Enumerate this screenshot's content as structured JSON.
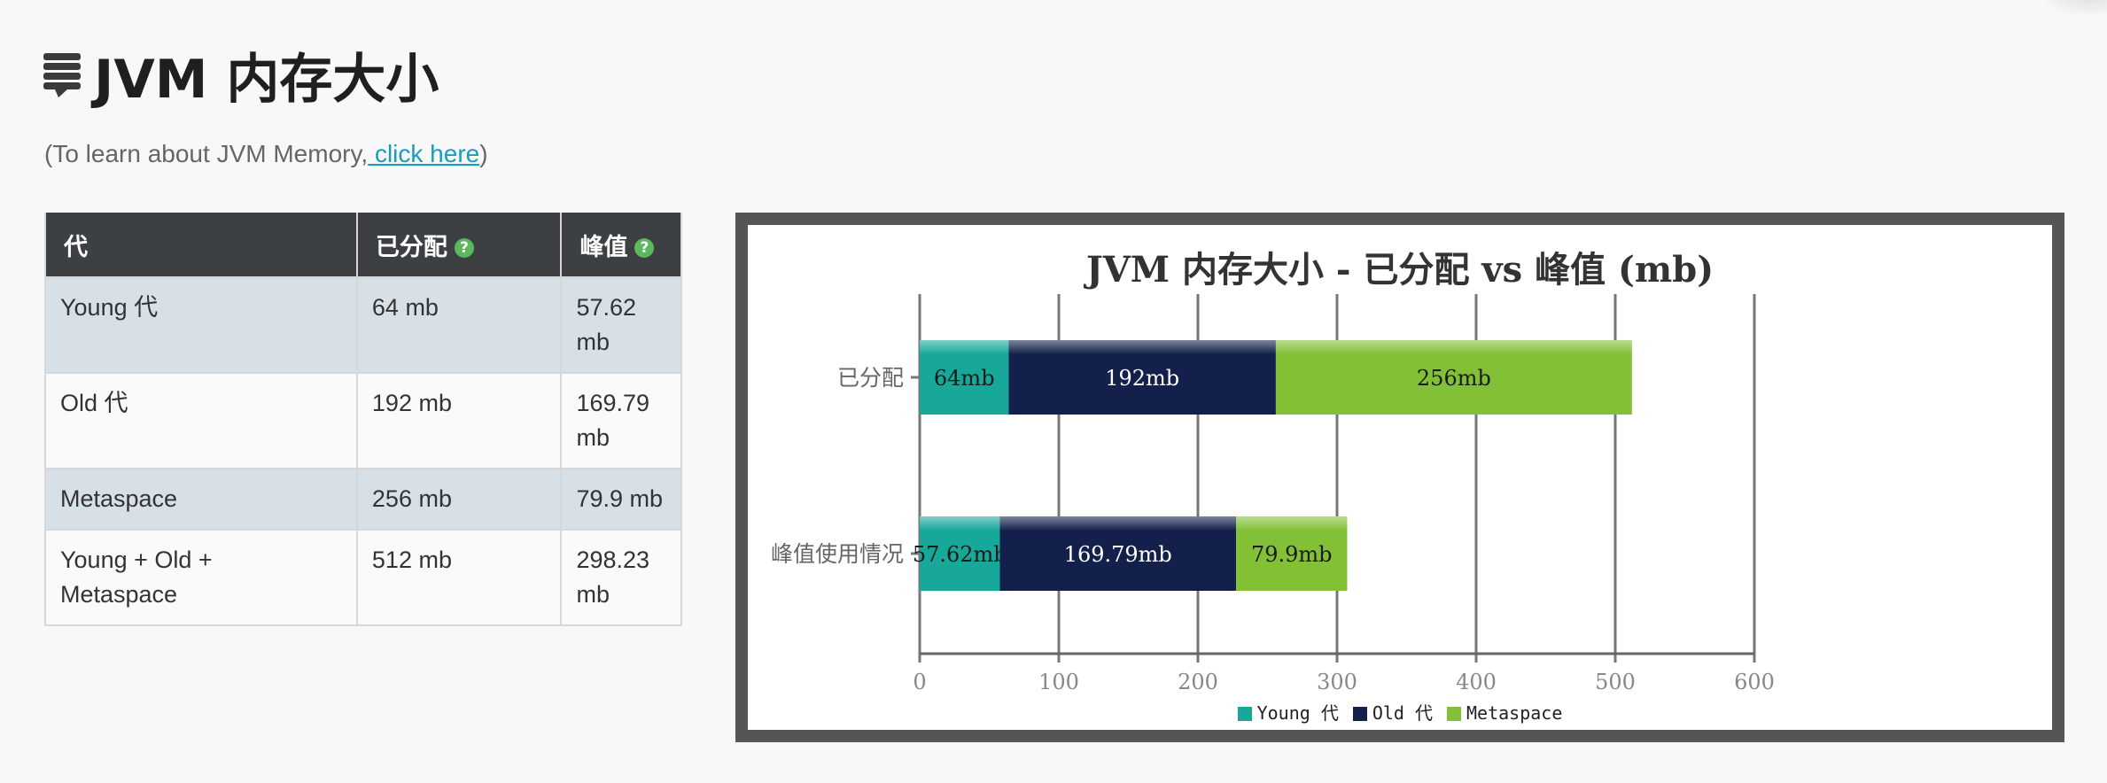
{
  "header": {
    "title": "JVM 内存大小",
    "learn_prefix": "(To learn about JVM Memory,",
    "learn_link": " click here",
    "learn_suffix": ")"
  },
  "table": {
    "headers": [
      "代",
      "已分配",
      "峰值"
    ],
    "help_glyph": "?",
    "rows": [
      [
        "Young 代",
        "64 mb",
        "57.62 mb"
      ],
      [
        "Old 代",
        "192 mb",
        "169.79 mb"
      ],
      [
        "Metaspace",
        "256 mb",
        "79.9 mb"
      ],
      [
        "Young + Old + Metaspace",
        "512 mb",
        "298.23 mb"
      ]
    ]
  },
  "colors": {
    "young": "#17a89a",
    "old": "#13204b",
    "metaspace": "#82c036",
    "table_header": "#3d4043",
    "link": "#1a9bc1"
  },
  "chart_data": {
    "type": "bar",
    "orientation": "horizontal",
    "stacked": true,
    "title": "JVM 内存大小 - 已分配 vs 峰值 (mb)",
    "categories": [
      "已分配",
      "峰值使用情况"
    ],
    "series": [
      {
        "name": "Young 代",
        "values": [
          64,
          57.62
        ],
        "labels": [
          "64mb",
          "57.62mb"
        ]
      },
      {
        "name": "Old 代",
        "values": [
          192,
          169.79
        ],
        "labels": [
          "192mb",
          "169.79mb"
        ]
      },
      {
        "name": "Metaspace",
        "values": [
          256,
          79.9
        ],
        "labels": [
          "256mb",
          "79.9mb"
        ]
      }
    ],
    "xlim": [
      0,
      600
    ],
    "xticks": [
      "0",
      "100",
      "200",
      "300",
      "400",
      "500",
      "600"
    ],
    "grid": true,
    "legend": "bottom"
  }
}
